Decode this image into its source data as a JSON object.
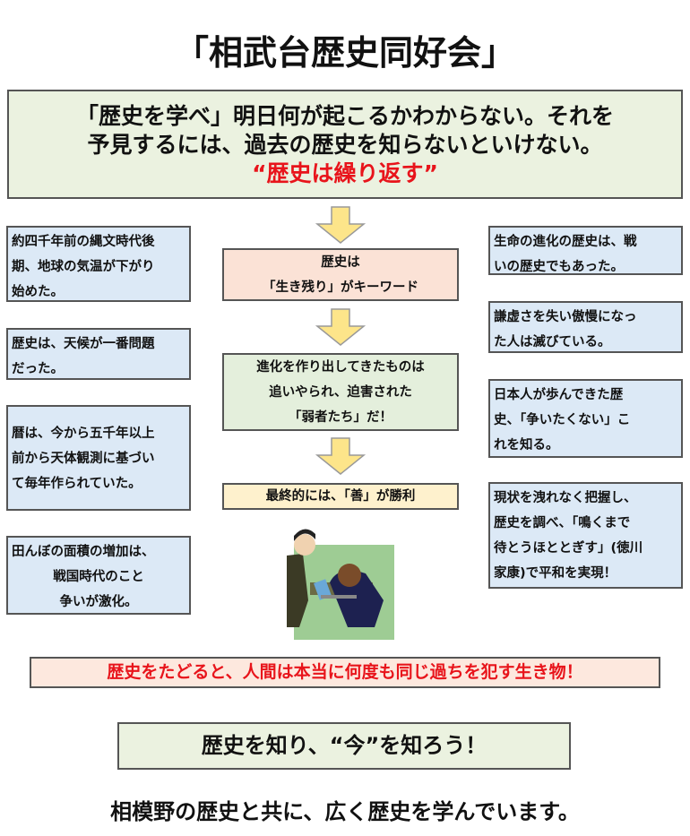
{
  "title": "「相武台歴史同好会」",
  "intro": {
    "lines": [
      "「歴史を学べ」明日何が起こるかわからない。それを",
      "予見するには、過去の歴史を知らないといけない。"
    ],
    "highlight": "“歴史は繰り返す”"
  },
  "left": [
    [
      "約四千年前の縄文時代後",
      "期、地球の気温が下がり",
      "始めた。"
    ],
    [
      "歴史は、天候が一番問題",
      "だった。"
    ],
    [
      "暦は、今から五千年以上",
      "前から天体観測に基づい",
      "て毎年作られていた。"
    ],
    [
      "田んぼの面積の増加は、",
      "戦国時代のこと",
      "争いが激化。"
    ]
  ],
  "center": [
    [
      "歴史は",
      "「生き残り」がキーワード"
    ],
    [
      "進化を作り出してきたものは",
      "追いやられ、迫害された",
      "「弱者たち」だ！"
    ],
    [
      "最終的には、「善」が勝利"
    ]
  ],
  "right": [
    [
      "生命の進化の歴史は、戦",
      "いの歴史でもあった。"
    ],
    [
      "謙虚さを失い傲慢になっ",
      "た人は滅びている。"
    ],
    [
      "日本人が歩んできた歴",
      "史、「争いたくない」こ",
      "れを知る。"
    ],
    [
      "現状を洩れなく把握し、",
      "歴史を調べ、「鳴くまで",
      "待とうほととぎす」(徳川",
      "家康)で平和を実現！"
    ]
  ],
  "warning": "歴史をたどると、人間は本当に何度も同じ過ちを犯す生き物！",
  "motto": "歴史を知り、“今”を知ろう！",
  "footer": "相模野の歴史と共に、広く歴史を学んでいます。",
  "colors": {
    "red": "#e8141b",
    "blue_box": "#dce9f6",
    "green_box": "#ebf2e0",
    "pink_box": "#fbe2d6",
    "yellow_box": "#fef1cd",
    "arrow": "#fde58a"
  }
}
